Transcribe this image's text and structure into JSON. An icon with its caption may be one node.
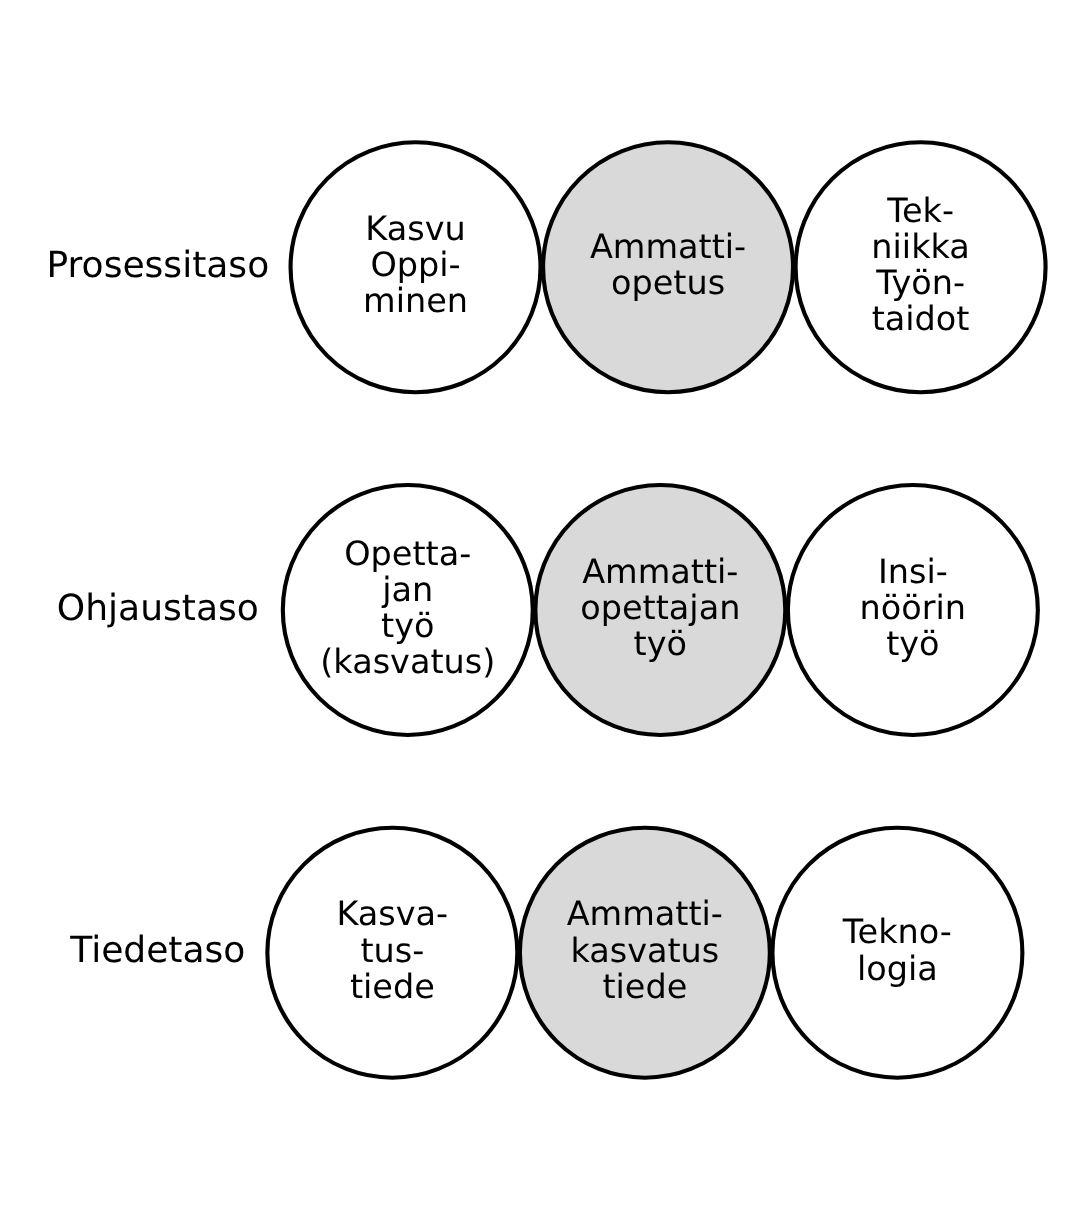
{
  "diagram": {
    "nodes": [
      {
        "text": [
          "Kasvu Oppi- minen"
        ]
      },
      {
        "text": [
          "Ammatti- opetus"
        ]
      },
      {
        "text": [
          "Tek- niikka Työn- taidot"
        ]
      },
      {
        "text": [
          "Opetta- jan työ (kasvatus)"
        ]
      },
      {
        "text": [
          "Ammatti- opettajan työ"
        ]
      },
      {
        "text": [
          "Insi- nöörin työ"
        ]
      },
      {
        "text": [
          "Kasva- tus- tiede"
        ]
      },
      {
        "text": [
          "Ammatti- kasvatus tiede"
        ]
      },
      {
        "text": [
          "Tekno- logia"
        ]
      }
    ],
    "labels": [
      "Prosessitaso",
      "Ohjaustaso",
      "Tiedetaso"
    ]
  }
}
